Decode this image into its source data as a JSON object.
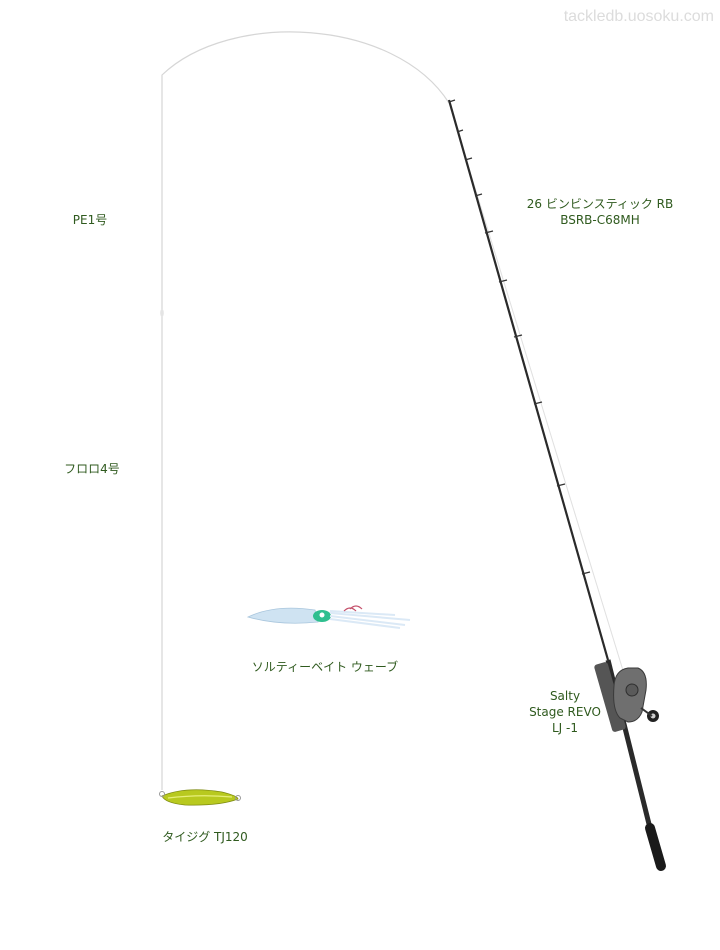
{
  "watermark": "tackledb.uosoku.com",
  "labels": {
    "rod_line1": "26 ビンビンスティック RB",
    "rod_line2": "BSRB-C68MH",
    "main_line": "PE1号",
    "leader": "フロロ4号",
    "lure_bait": "ソルティーベイト ウェーブ",
    "reel_line1": "Salty",
    "reel_line2": "Stage REVO",
    "reel_line3": "LJ -1",
    "jig": "タイジグ TJ120"
  },
  "colors": {
    "text": "#2f5a1e",
    "line": "#d6d6d6",
    "rod": "#2a2a2a",
    "jig_body": "#b8c91f",
    "lure_body": "#cfe3f2"
  },
  "icons": [
    "rod-icon",
    "reel-icon",
    "jig-icon",
    "squid-lure-icon"
  ]
}
